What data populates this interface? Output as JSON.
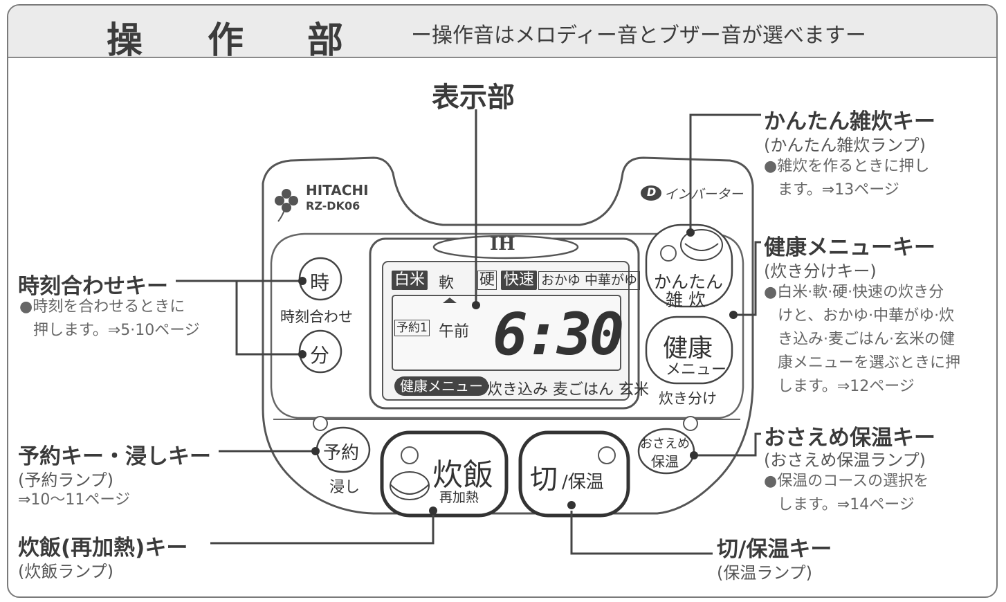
{
  "header": {
    "title_chars": [
      "操",
      "作",
      "部"
    ],
    "subtitle": "ー操作音はメロディー音とブザー音が選べますー"
  },
  "display_label": "表示部",
  "brand": {
    "name": "HITACHI",
    "model": "RZ-DK06",
    "inverter": "インバーター",
    "inverter_badge": "D"
  },
  "lcd": {
    "ih": "IH",
    "top_tags": {
      "hakumai": "白米",
      "yawa": "軟",
      "kata": "硬",
      "kaisoku": "快速",
      "okayu": "おかゆ 中華がゆ"
    },
    "yoyaku_tag": "予約1",
    "ampm": "午前",
    "time": "6:30",
    "bottom_tag": "健康メニュー",
    "bottom_text": "炊き込み 麦ごはん 玄米"
  },
  "keys": {
    "ji": "時",
    "fun": "分",
    "clock_caption": "時刻合わせ",
    "yoyaku": "予約",
    "hitashi": "浸し",
    "kantan_1": "かんたん",
    "kantan_2": "雑 炊",
    "kenko_1": "健康",
    "kenko_2": "メニュー",
    "takiwake": "炊き分け",
    "suihan": "炊飯",
    "saikanetsu": "再加熱",
    "kiri": "切",
    "hoon": "/保温",
    "osaeme_1": "おさえめ",
    "osaeme_2": "保温"
  },
  "callouts": {
    "clock": {
      "title": "時刻合わせキー",
      "desc1": "●時刻を合わせるときに",
      "desc2": "押します。⇒5·10ページ"
    },
    "yoyaku": {
      "title": "予約キー・浸しキー",
      "paren": "(予約ランプ)",
      "desc": "⇒10～11ページ"
    },
    "suihan": {
      "title": "炊飯(再加熱)キー",
      "paren": "(炊飯ランプ)"
    },
    "kantan": {
      "title": "かんたん雑炊キー",
      "paren": "(かんたん雑炊ランプ)",
      "desc1": "●雑炊を作るときに押し",
      "desc2": "ます。⇒13ページ"
    },
    "kenko": {
      "title": "健康メニューキー",
      "paren": "(炊き分けキー)",
      "desc1": "●白米·軟·硬·快速の炊き分",
      "desc2": "けと、おかゆ·中華がゆ·炊",
      "desc3": "き込み·麦ごはん·玄米の健",
      "desc4": "康メニューを選ぶときに押",
      "desc5": "します。⇒12ページ"
    },
    "osaeme": {
      "title": "おさえめ保温キー",
      "paren": "(おさえめ保温ランプ)",
      "desc1": "●保温のコースの選択を",
      "desc2": "します。⇒14ページ"
    },
    "kiri": {
      "title": "切/保温キー",
      "paren": "(保温ランプ)"
    }
  }
}
